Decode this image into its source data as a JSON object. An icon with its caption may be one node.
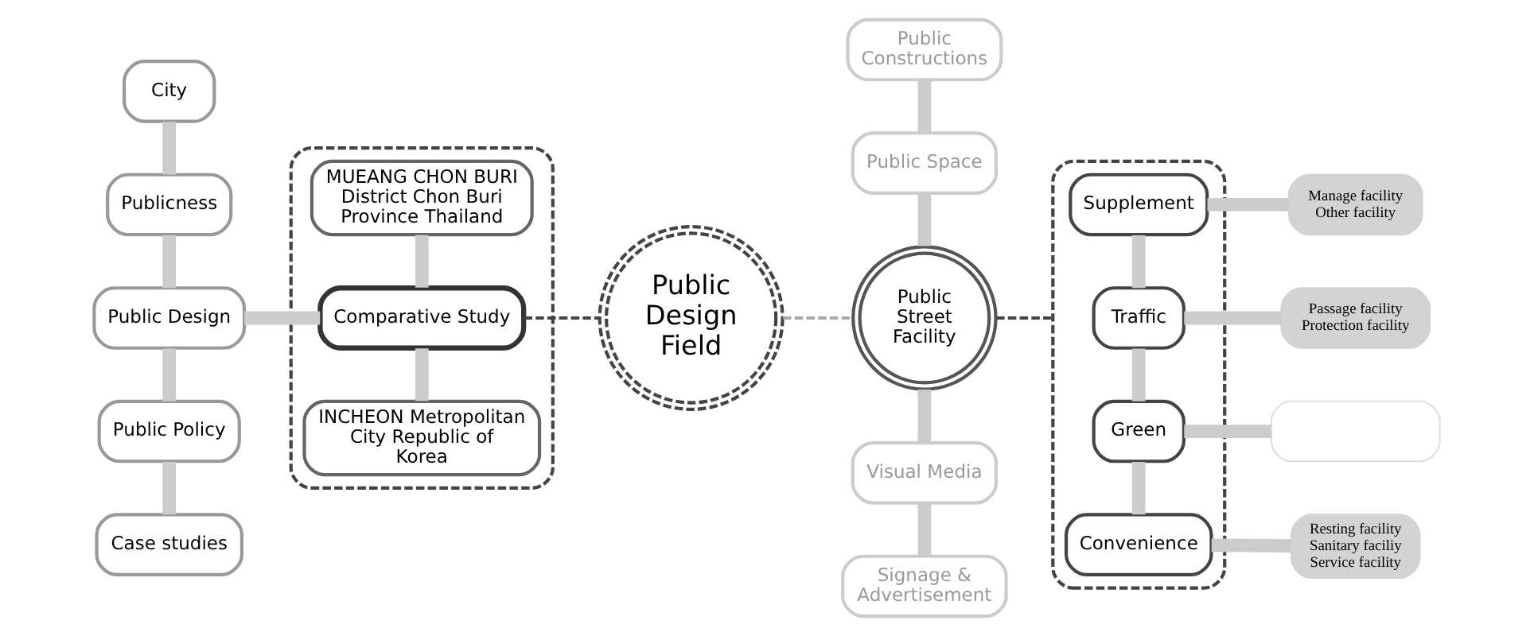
{
  "diagram": {
    "nodes": [
      {
        "text": [
          "City"
        ]
      },
      {
        "text": [
          "Publicness"
        ]
      },
      {
        "text": [
          "Public Design"
        ]
      },
      {
        "text": [
          "Public Policy"
        ]
      },
      {
        "text": [
          "Case studies"
        ]
      },
      {
        "text": [],
        "shape": "box"
      },
      {
        "text": [
          "INCHEON Metropolitan City Republic of Korea"
        ],
        "in": 5
      },
      {
        "text": [
          "Comparative Study"
        ],
        "in": 5
      },
      {
        "text": [
          "MUEANG CHON BURI District Chon Buri Province Thailand"
        ],
        "in": 5
      },
      {
        "text": [
          "Public Design Field"
        ]
      },
      {
        "text": [
          "Public Constructions"
        ]
      },
      {
        "text": [
          "Public Space"
        ]
      },
      {
        "text": [
          "Public Street Facility"
        ]
      },
      {
        "text": [
          "Visual Media"
        ]
      },
      {
        "text": [
          "Signage & Advertisement"
        ]
      },
      {
        "text": [],
        "shape": "box"
      },
      {
        "text": [
          "Convenience"
        ],
        "in": 15
      },
      {
        "text": [
          "Green"
        ],
        "in": 15
      },
      {
        "text": [
          "Traffic"
        ],
        "in": 15
      },
      {
        "text": [
          "Supplement"
        ],
        "in": 15
      },
      {
        "text": [
          "Resting facility",
          "Sanitary faciliy",
          "Service facility"
        ]
      },
      {
        "text": [],
        "shape": "box"
      },
      {
        "text": [
          "Passage facility",
          "Protection facility"
        ]
      },
      {
        "text": [
          "Manage facility",
          "Other facility"
        ]
      }
    ],
    "edges": [
      {
        "from": 0,
        "to": 1,
        "arrow": "none"
      },
      {
        "from": 1,
        "to": 2,
        "arrow": "none"
      },
      {
        "from": 2,
        "to": 3,
        "arrow": "none"
      },
      {
        "from": 3,
        "to": 4,
        "arrow": "none"
      },
      {
        "from": 6,
        "to": 7,
        "arrow": "none"
      },
      {
        "from": 7,
        "to": 8,
        "arrow": "none"
      },
      {
        "from": 2,
        "to": 7,
        "arrow": "none"
      },
      {
        "from": 7,
        "to": 9,
        "arrow": "none",
        "style": "dashed",
        "color": "#444444"
      },
      {
        "from": 9,
        "to": 12,
        "arrow": "none",
        "style": "dashed",
        "color": "#aaaaaa"
      },
      {
        "from": 10,
        "to": 11,
        "arrow": "none"
      },
      {
        "from": 11,
        "to": 12,
        "arrow": "none"
      },
      {
        "from": 12,
        "to": 13,
        "arrow": "none"
      },
      {
        "from": 13,
        "to": 14,
        "arrow": "none"
      },
      {
        "from": 12,
        "to": 15,
        "arrow": "none",
        "style": "dashed",
        "color": "#444444"
      },
      {
        "from": 16,
        "to": 17,
        "arrow": "none"
      },
      {
        "from": 17,
        "to": 18,
        "arrow": "none"
      },
      {
        "from": 18,
        "to": 19,
        "arrow": "none"
      },
      {
        "from": 16,
        "to": 20,
        "arrow": "none"
      },
      {
        "from": 17,
        "to": 21,
        "arrow": "none"
      },
      {
        "from": 18,
        "to": 22,
        "arrow": "none"
      },
      {
        "from": 19,
        "to": 23,
        "arrow": "none"
      }
    ]
  }
}
